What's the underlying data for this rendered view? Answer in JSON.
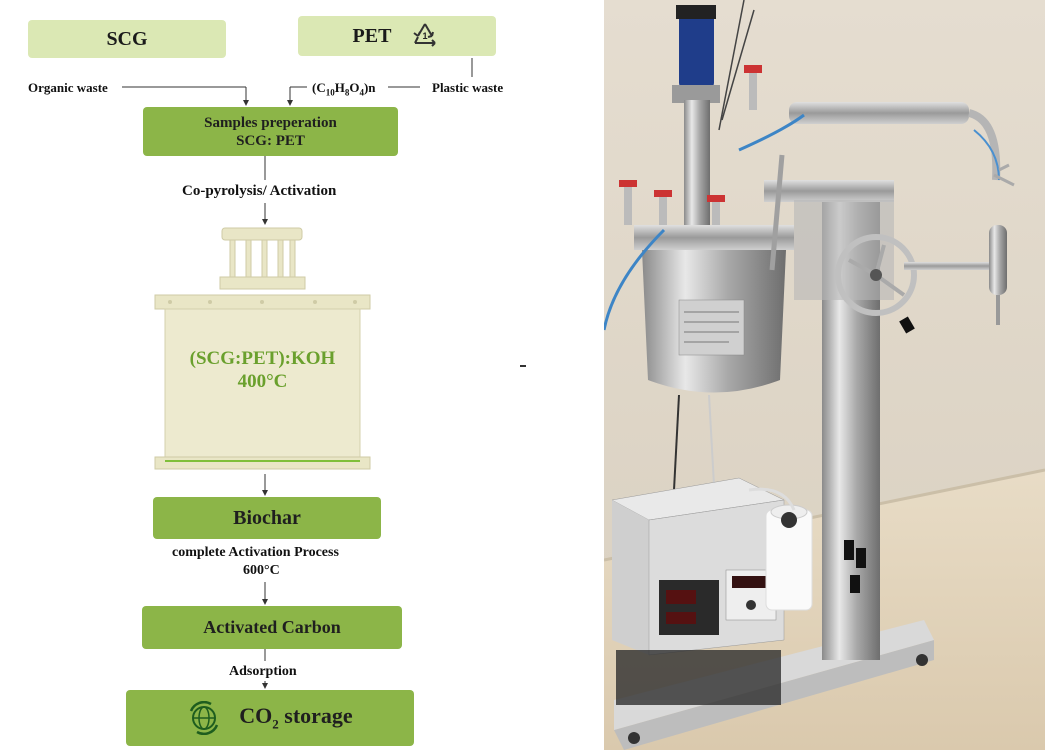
{
  "diagram": {
    "scg": "SCG",
    "pet": "PET",
    "recycle_symbol": "1",
    "organic_waste": "Organic waste",
    "plastic_formula": "(C10H8O4)n",
    "plastic_waste": "Plastic waste",
    "prep_line1": "Samples preperation",
    "prep_line2": "SCG: PET",
    "step_copyrolysis": "Co-pyrolysis/ Activation",
    "reactor_line1": "(SCG:PET):KOH",
    "reactor_line2": "400°C",
    "biochar": "Biochar",
    "activation_line1": "complete Activation Process",
    "activation_line2": "600°C",
    "activated_carbon": "Activated Carbon",
    "adsorption": "Adsorption",
    "co2_storage": "CO2 storage"
  },
  "colors": {
    "light_green": "#dbe8b4",
    "medium_green": "#8cb548",
    "reactor_body": "#e9e6c6",
    "reactor_text": "#6aa02d"
  },
  "photo": {
    "subject": "stainless steel pyrolysis reactor with temperature controller"
  }
}
